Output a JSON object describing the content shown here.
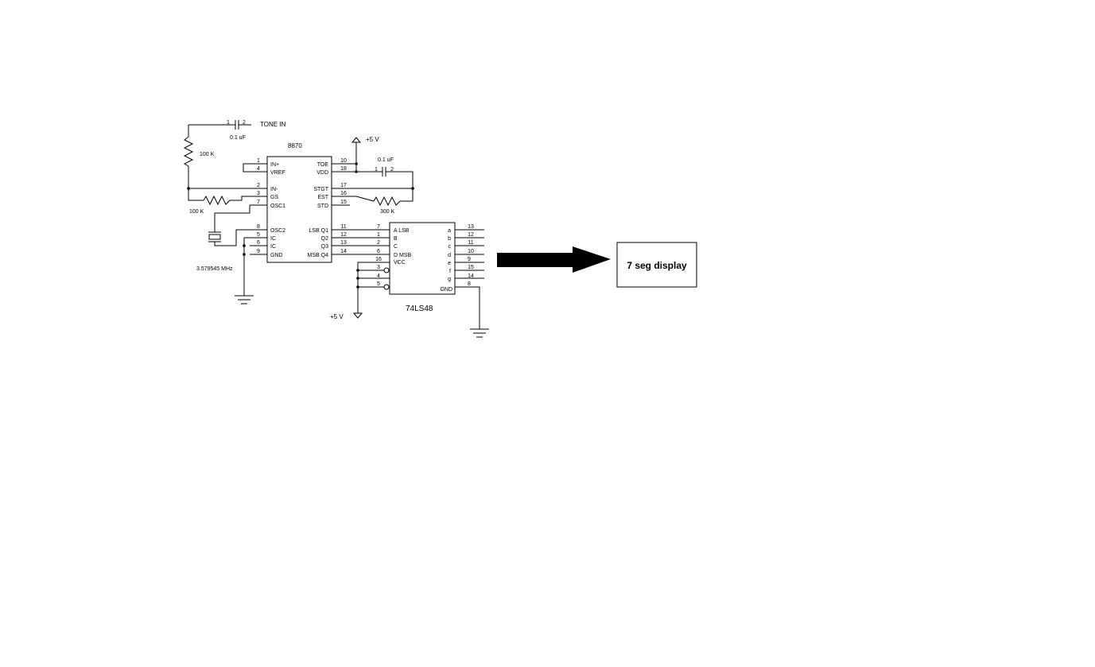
{
  "labels": {
    "tone_in": "TONE IN",
    "cap_input": "0.1 uF",
    "cap_input_pin1": "1",
    "cap_input_pin2": "2",
    "res_top": "100 K",
    "res_bottom": "100 K",
    "ic1_name": "8870",
    "vcc_top": "+5 V",
    "cap_vdd": "0.1 uF",
    "cap_vdd_pin1": "1",
    "cap_vdd_pin2": "2",
    "res_est": "300 K",
    "crystal": "3.579545 MHz",
    "ic2_name": "74LS48",
    "vcc_bottom": "+5 V",
    "display": "7 seg display"
  },
  "ic1": {
    "left": [
      {
        "pin": "1",
        "name": "IN+"
      },
      {
        "pin": "4",
        "name": "VREF"
      },
      {
        "pin": "2",
        "name": "IN-"
      },
      {
        "pin": "3",
        "name": "GS"
      },
      {
        "pin": "7",
        "name": "OSC1"
      },
      {
        "pin": "8",
        "name": "OSC2"
      },
      {
        "pin": "5",
        "name": "IC"
      },
      {
        "pin": "6",
        "name": "IC"
      },
      {
        "pin": "9",
        "name": "GND"
      }
    ],
    "right": [
      {
        "pin": "10",
        "name": "TOE"
      },
      {
        "pin": "18",
        "name": "VDD"
      },
      {
        "pin": "17",
        "name": "STGT"
      },
      {
        "pin": "16",
        "name": "EST"
      },
      {
        "pin": "15",
        "name": "STD"
      },
      {
        "pin": "11",
        "name": "LSB  Q1"
      },
      {
        "pin": "12",
        "name": "Q2"
      },
      {
        "pin": "13",
        "name": "Q3"
      },
      {
        "pin": "14",
        "name": "MSB  Q4"
      }
    ]
  },
  "ic2": {
    "left": [
      {
        "pin": "7",
        "name": "A  LSB"
      },
      {
        "pin": "1",
        "name": "B"
      },
      {
        "pin": "2",
        "name": "C"
      },
      {
        "pin": "6",
        "name": "D  MSB"
      },
      {
        "pin": "16",
        "name": "VCC"
      },
      {
        "pin": "3",
        "name": ""
      },
      {
        "pin": "4",
        "name": ""
      },
      {
        "pin": "5",
        "name": ""
      }
    ],
    "right": [
      {
        "pin": "13",
        "name": "a"
      },
      {
        "pin": "12",
        "name": "b"
      },
      {
        "pin": "11",
        "name": "c"
      },
      {
        "pin": "10",
        "name": "d"
      },
      {
        "pin": "9",
        "name": "e"
      },
      {
        "pin": "15",
        "name": "f"
      },
      {
        "pin": "14",
        "name": "g"
      },
      {
        "pin": "8",
        "name": "GND"
      }
    ]
  }
}
